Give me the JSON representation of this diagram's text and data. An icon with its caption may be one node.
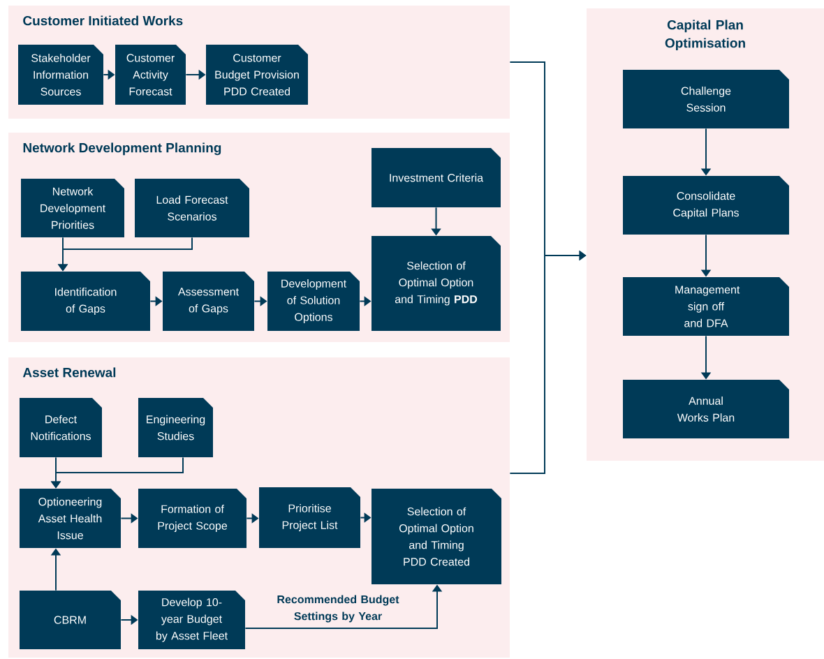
{
  "diagram": {
    "nodes": [
      {
        "text": [
          "Customer Initiated Works"
        ]
      },
      {
        "text": [
          "Stakeholder Information Sources"
        ],
        "in": 0
      },
      {
        "text": [
          "Customer Activity Forecast"
        ],
        "in": 0
      },
      {
        "text": [
          "Customer Budget Provision PDD Created"
        ],
        "in": 0
      },
      {
        "text": [
          "Network Development Planning"
        ]
      },
      {
        "text": [
          "Network Development Priorities"
        ],
        "in": 4
      },
      {
        "text": [
          "Load Forecast Scenarios"
        ],
        "in": 4
      },
      {
        "text": [
          "Investment Criteria"
        ],
        "in": 4
      },
      {
        "text": [
          "Identification of Gaps"
        ],
        "in": 4
      },
      {
        "text": [
          "Assessment of Gaps"
        ],
        "in": 4
      },
      {
        "text": [
          "Development of Solution Options"
        ],
        "in": 4
      },
      {
        "text": [
          "Selection of Optimal Option and Timing **PDD**"
        ],
        "in": 4
      },
      {
        "text": [
          "Asset Renewal"
        ]
      },
      {
        "text": [
          "Defect Notifications"
        ],
        "in": 12
      },
      {
        "text": [
          "Engineering Studies"
        ],
        "in": 12
      },
      {
        "text": [
          "Optioneering Asset Health Issue"
        ],
        "in": 12
      },
      {
        "text": [
          "Formation of Project Scope"
        ],
        "in": 12
      },
      {
        "text": [
          "Prioritise Project List"
        ],
        "in": 12
      },
      {
        "text": [
          "Selection of Optimal Option and Timing PDD Created"
        ],
        "in": 12
      },
      {
        "text": [
          "CBRM"
        ],
        "in": 12
      },
      {
        "text": [
          "Develop 10-year Budget by Asset Fleet"
        ],
        "in": 12
      },
      {
        "text": [
          "Capital Plan Optimisation"
        ]
      },
      {
        "text": [
          "Challenge Session"
        ],
        "in": 21
      },
      {
        "text": [
          "Consolidate Capital Plans"
        ],
        "in": 21
      },
      {
        "text": [
          "Management sign off and DFA"
        ],
        "in": 21
      },
      {
        "text": [
          "Annual Works Plan"
        ],
        "in": 21
      }
    ],
    "edges": [
      {
        "from": 1,
        "to": 2,
        "arrow": "to"
      },
      {
        "from": 2,
        "to": 3,
        "arrow": "to"
      },
      {
        "from": 5,
        "to": 8,
        "arrow": "to"
      },
      {
        "from": 6,
        "to": 8,
        "arrow": "to"
      },
      {
        "from": 7,
        "to": 11,
        "arrow": "to"
      },
      {
        "from": 8,
        "to": 9,
        "arrow": "to"
      },
      {
        "from": 9,
        "to": 10,
        "arrow": "to"
      },
      {
        "from": 10,
        "to": 11,
        "arrow": "to"
      },
      {
        "from": 13,
        "to": 15,
        "arrow": "to"
      },
      {
        "from": 14,
        "to": 15,
        "arrow": "to"
      },
      {
        "from": 15,
        "to": 16,
        "arrow": "to"
      },
      {
        "from": 16,
        "to": 17,
        "arrow": "to"
      },
      {
        "from": 17,
        "to": 18,
        "arrow": "to"
      },
      {
        "from": 19,
        "to": 15,
        "arrow": "to"
      },
      {
        "from": 19,
        "to": 20,
        "arrow": "to"
      },
      {
        "from": 20,
        "to": 18,
        "arrow": "to",
        "label": "Recommended Budget Settings by Year"
      },
      {
        "from": 22,
        "to": 23,
        "arrow": "to"
      },
      {
        "from": 23,
        "to": 24,
        "arrow": "to"
      },
      {
        "from": 24,
        "to": 25,
        "arrow": "to"
      },
      {
        "from": 0,
        "to": 21,
        "arrow": "to"
      },
      {
        "from": 12,
        "to": 21,
        "arrow": "to"
      }
    ]
  }
}
